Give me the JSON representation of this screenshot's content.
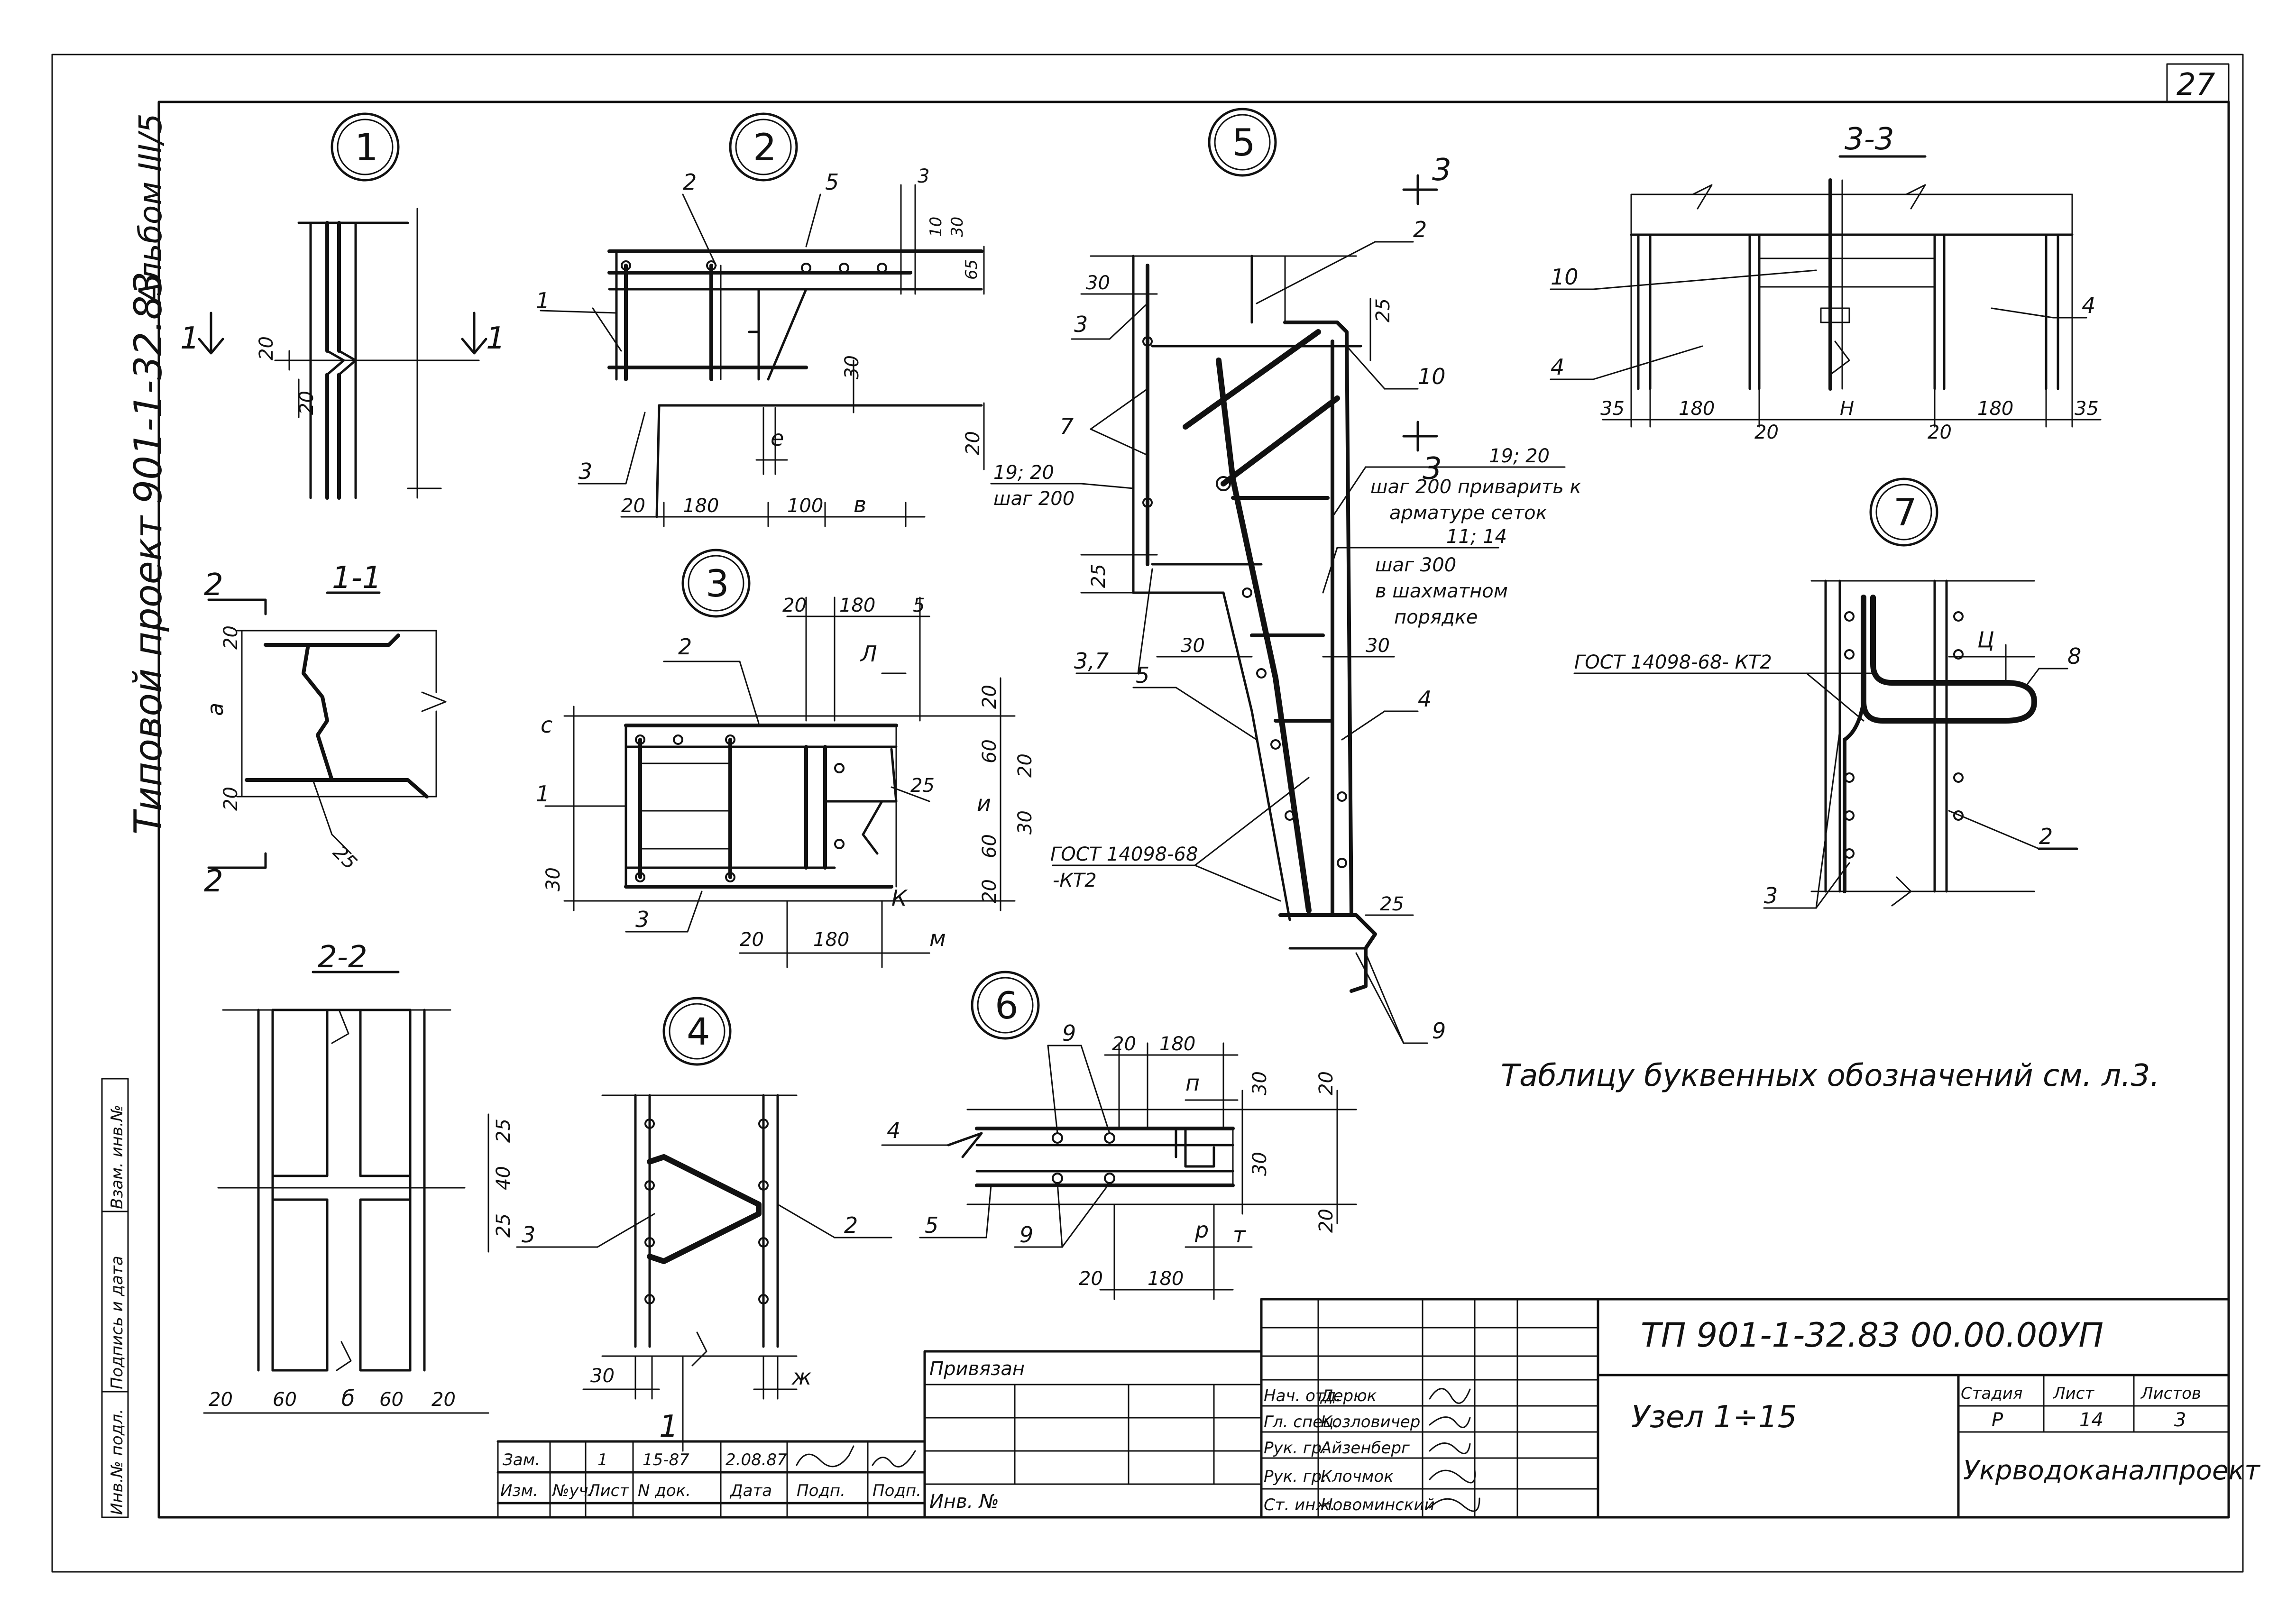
{
  "sheet_number": "27",
  "side_stamp": {
    "project": "Типовой проект 901-1-32.83",
    "album": "Альбом III/5"
  },
  "details": {
    "d1": {
      "num": "1",
      "cut_left": "1",
      "cut_right": "1",
      "dims": [
        "20",
        "20"
      ]
    },
    "d2": {
      "num": "2",
      "leaders": [
        "2",
        "5",
        "1",
        "3"
      ],
      "dims_top": [
        "3",
        "10",
        "30",
        "65"
      ],
      "dims_side": [
        "30",
        "20"
      ],
      "dims_bottom": [
        "20",
        "180",
        "100",
        "в"
      ],
      "dim_e": "е"
    },
    "d3": {
      "num": "3",
      "leaders": [
        "2",
        "1",
        "3"
      ],
      "dims_top": [
        "20",
        "180",
        "5"
      ],
      "dim_l": "Л",
      "dims_right": [
        "20",
        "60",
        "20",
        "30",
        "60",
        "20"
      ],
      "dim_u": "и",
      "dim_25": "25",
      "dims_left": [
        "c",
        "30"
      ],
      "dims_bottom": [
        "20",
        "180"
      ],
      "dim_k": "К",
      "dim_m": "м"
    },
    "d4": {
      "num": "4",
      "leaders": [
        "3",
        "2"
      ],
      "dim_30": "30",
      "dim_zh": "ж",
      "cut": "1"
    },
    "d5": {
      "num": "5",
      "cut": "3",
      "leaders": [
        "2",
        "10",
        "3",
        "7",
        "3,7",
        "5",
        "4",
        "9"
      ],
      "dims": [
        "30",
        "25",
        "25",
        "30",
        "30",
        "25"
      ],
      "note_19_20_left": "19; 20",
      "note_step200_left": "шаг 200",
      "note_weld_1": "19; 20",
      "note_weld_2": "шаг 200 приварить к",
      "note_weld_3": "арматуре   сеток",
      "note_11_14": "11; 14",
      "note_step300": "шаг 300",
      "note_chess_1": "в шахматном",
      "note_chess_2": "порядке",
      "gost_1": "ГОСТ 14098-68",
      "gost_2": "-КТ2"
    },
    "d6": {
      "num": "6",
      "leaders": [
        "9",
        "4",
        "5",
        "9"
      ],
      "dims_top": [
        "20",
        "180"
      ],
      "dim_p": "п",
      "dims_right": [
        "30",
        "20",
        "30",
        "20"
      ],
      "dims_bottom": [
        "20",
        "180"
      ],
      "dim_r": "р",
      "dim_m": "т"
    },
    "d7": {
      "num": "7",
      "gost": "ГОСТ 14098-68- КТ2",
      "dim_ts": "Ц",
      "leaders": [
        "8",
        "2",
        "3"
      ]
    },
    "s11": {
      "title": "1-1",
      "cut": "2",
      "dims": [
        "20",
        "а",
        "20",
        "25"
      ]
    },
    "s22": {
      "title": "2-2",
      "dims_right": [
        "25",
        "40",
        "25"
      ],
      "dims_bottom": [
        "20",
        "60",
        "б",
        "60",
        "20"
      ]
    },
    "s33": {
      "title": "3-3",
      "leaders": [
        "10",
        "4",
        "4"
      ],
      "dims_bottom": [
        "35",
        "180",
        "20",
        "Н",
        "20",
        "180",
        "35"
      ]
    }
  },
  "legend_note": "Таблицу буквенных обозначений  см. л.3.",
  "side_columns": {
    "c1": "Инв.№ подл.",
    "c2": "Подпись и дата",
    "c3": "Взам. инв.№"
  },
  "revisions": {
    "row": [
      "Зам.",
      "",
      "1",
      "15-87",
      "",
      "2.08.87"
    ],
    "headers": [
      "Изм.",
      "№уч.",
      "Лист",
      "N док.",
      "Дата",
      "Подп.",
      "Подп."
    ]
  },
  "binding": {
    "label": "Привязан",
    "inv": "Инв. №"
  },
  "title_block": {
    "code": "ТП 901-1-32.83   00.00.00УП",
    "roles": [
      "Нач. отд.",
      "Гл. спец.",
      "Рук. гр.",
      "Рук. гр.",
      "Ст. инж."
    ],
    "names": [
      "Дерюк",
      "Козловичер",
      "Айзенберг",
      "Клочмок",
      "Новоминский"
    ],
    "title": "Узел 1÷15",
    "stage_h": "Стадия",
    "sheet_h": "Лист",
    "sheets_h": "Листов",
    "stage": "Р",
    "sheet": "14",
    "sheets": "3",
    "org": "Укрводоканалпроект"
  }
}
